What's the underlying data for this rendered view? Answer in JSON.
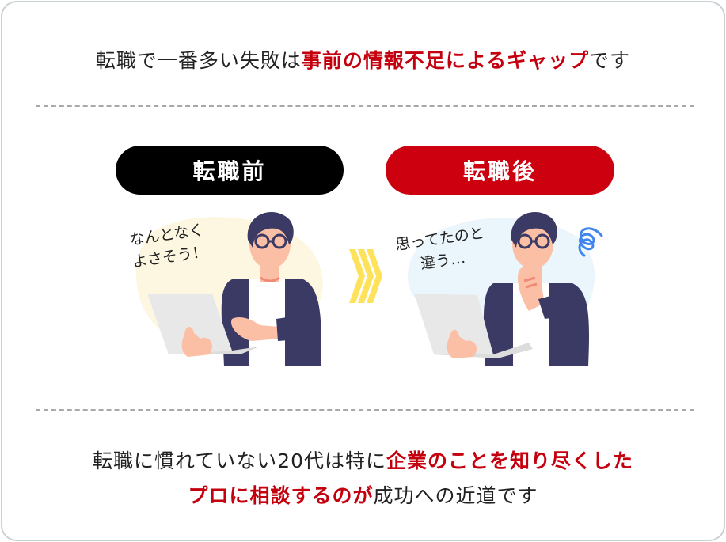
{
  "headline_top": {
    "prefix": "転職で一番多い失敗は",
    "emphasis": "事前の情報不足によるギャップ",
    "suffix": "です"
  },
  "panels": {
    "before": {
      "label": "転職前",
      "speech_line1": "なんとなく",
      "speech_line2": "よさそう！",
      "blob_color": "#fdf7e1"
    },
    "after": {
      "label": "転職後",
      "speech_line1": "思ってたのと",
      "speech_line2": "違う…",
      "blob_color": "#eaf6fb"
    }
  },
  "arrow": {
    "icon": "triple-chevron-right-icon",
    "color": "#ffe25c"
  },
  "headline_bottom": {
    "line1_prefix": "転職に慣れていない20代は特に",
    "line1_emphasis": "企業のことを知り尽くした",
    "line2_emphasis": "プロに相談するのが",
    "line2_suffix": "成功への近道です"
  },
  "colors": {
    "accent_red": "#cc000f",
    "pill_black": "#000000",
    "suit_navy": "#3a3a64",
    "skin": "#fbbfa6",
    "laptop": "#e8e8e8",
    "swirl_blue": "#3f86ee",
    "border": "#c9d1d4"
  }
}
